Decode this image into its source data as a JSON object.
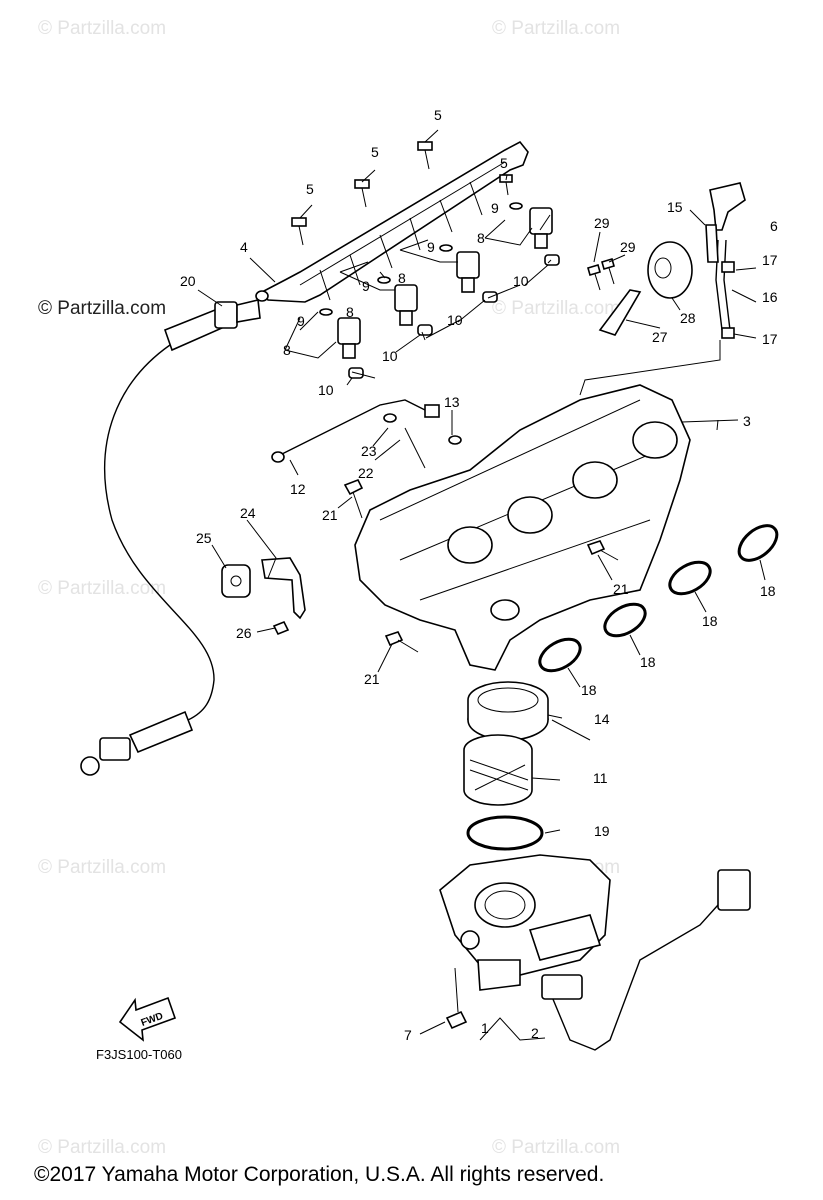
{
  "watermark": "© Partzilla.com",
  "watermark_primary": "© Partzilla.com",
  "diagram_code": "F3JS100-T060",
  "fwd_label": "FWD",
  "copyright": "©2017  Yamaha Motor Corporation, U.S.A. All rights reserved.",
  "callouts": [
    "1",
    "2",
    "3",
    "4",
    "5",
    "5",
    "5",
    "5",
    "6",
    "7",
    "8",
    "8",
    "8",
    "8",
    "9",
    "9",
    "9",
    "9",
    "10",
    "10",
    "10",
    "10",
    "11",
    "12",
    "13",
    "14",
    "15",
    "16",
    "17",
    "17",
    "18",
    "18",
    "18",
    "18",
    "19",
    "20",
    "21",
    "21",
    "21",
    "22",
    "23",
    "24",
    "25",
    "26",
    "27",
    "28",
    "29",
    "29"
  ]
}
